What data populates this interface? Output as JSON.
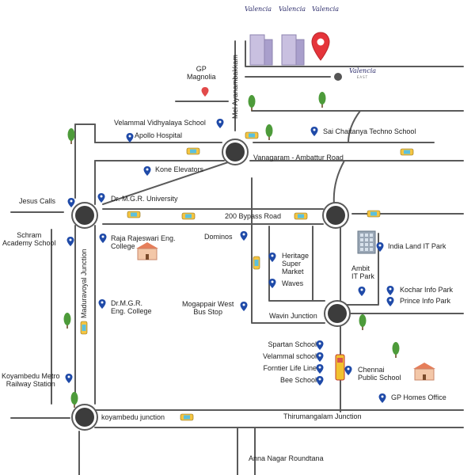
{
  "brand": {
    "name": "Valencia",
    "variant": "EAST"
  },
  "colors": {
    "road": "#5a5a5a",
    "roundabout": "#3c3c3c",
    "pin": "#1f4aa8",
    "pin_red": "#e24a4a",
    "tree": "#4d9b3a",
    "bus": "#f2c230",
    "car": "#f4c542",
    "car_window": "#5bc0de"
  },
  "roads": {
    "mel_ayanambakkam": "Mel Ayanambakkam",
    "vanagaram_ambattur": "Vanagaram - Ambattur Road",
    "bypass_200": "200 Bypass Road",
    "maduravoyal_junction": "Maduravoyal Junction",
    "wavin_junction": "Wavin Junction",
    "koyambedu_junction": "koyambedu junction",
    "thirumangalam_junction": "Thirumangalam Junction",
    "anna_nagar_roundtana": "Anna Nagar Roundtana"
  },
  "landmarks": {
    "gp_magnolia": "GP\nMagnolia",
    "velammal_vidhyalaya": "Velammal Vidhyalaya School",
    "apollo_hospital": "Apollo Hospital",
    "sai_chaitanya": "Sai Chaitanya Techno School",
    "kone_elevators": "Kone Elevators",
    "dr_mgr_university": "Dr. M.G.R. University",
    "jesus_calls": "Jesus Calls",
    "schram_academy": "Schram\nAcademy School",
    "raja_rajeswari": "Raja Rajeswari Eng.\nCollege",
    "dominos": "Dominos",
    "heritage_market": "Heritage\nSuper\nMarket",
    "waves": "Waves",
    "india_land": "India Land IT Park",
    "ambit_it_park": "Ambit\nIT Park",
    "kochar_info_park": "Kochar Info Park",
    "prince_info_park": "Prince Info Park",
    "dr_mgr_college": "Dr.M.G.R.\nEng. College",
    "mogappair_bus_stop": "Mogappair West\nBus Stop",
    "spartan_school": "Spartan School",
    "velammal_school": "Velammal school",
    "frontier_life_line": "Forntier Life Line",
    "bee_school": "Bee School",
    "chennai_public_school": "Chennai\nPublic School",
    "gp_homes_office": "GP Homes Office",
    "koyambedu_metro": "Koyambedu Metro\nRailway Station"
  }
}
